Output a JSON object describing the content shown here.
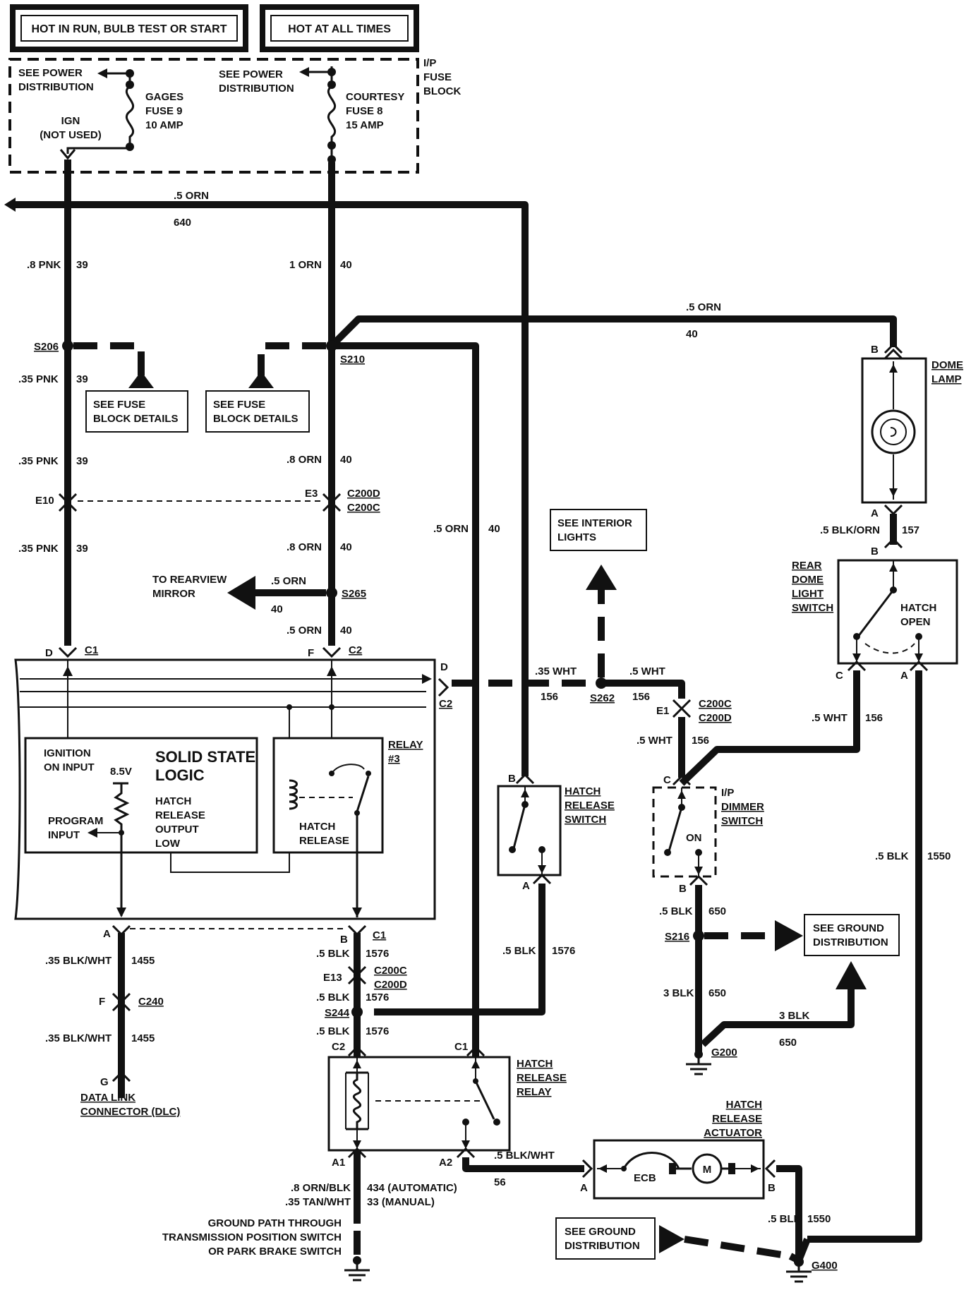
{
  "headers": {
    "hot_run": "HOT IN RUN, BULB TEST OR START",
    "hot_always": "HOT AT ALL TIMES"
  },
  "fuse_block": {
    "title": [
      "I/P",
      "FUSE",
      "BLOCK"
    ],
    "see_power_1": [
      "SEE POWER",
      "DISTRIBUTION"
    ],
    "see_power_2": [
      "SEE POWER",
      "DISTRIBUTION"
    ],
    "gages": [
      "GAGES",
      "FUSE 9",
      "10 AMP"
    ],
    "courtesy": [
      "COURTESY",
      "FUSE 8",
      "15 AMP"
    ],
    "ign": [
      "IGN",
      "(NOT USED)"
    ]
  },
  "wires": {
    "orn_640_gauge": ".5 ORN",
    "orn_640_num": "640",
    "pnk_8": ".8 PNK",
    "c39": "39",
    "orn_1": "1 ORN",
    "c40": "40",
    "orn_dome": ".5 ORN",
    "orn_dome_num": "40",
    "pnk_35": ".35 PNK",
    "orn_8": ".8 ORN",
    "orn_5": ".5 ORN",
    "wht_35": ".35 WHT",
    "c156": "156",
    "wht_5": ".5 WHT",
    "blk_orn": ".5 BLK/ORN",
    "c157": "157",
    "blk_wht_35": ".35 BLK/WHT",
    "c1455": "1455",
    "blk_5": ".5 BLK",
    "c1576": "1576",
    "blk_650": "650",
    "blk_3": "3 BLK",
    "blk_1550": "1550",
    "blk_wht_5": ".5 BLK/WHT",
    "c56": "56",
    "orn_blk": ".8 ORN/BLK",
    "c434": "434  (AUTOMATIC)",
    "tan_wht": ".35 TAN/WHT",
    "c33": "33  (MANUAL)"
  },
  "splices": {
    "s206": "S206",
    "s210": "S210",
    "s265": "S265",
    "s262": "S262",
    "s216": "S216",
    "s244": "S244"
  },
  "connectors": {
    "e10": "E10",
    "e3": "E3",
    "c200d": "C200D",
    "c200c": "C200C",
    "d": "D",
    "c1": "C1",
    "f": "F",
    "c2": "C2",
    "e1": "E1",
    "e13": "E13",
    "a": "A",
    "b": "B",
    "c": "C",
    "g": "G",
    "c240": "C240",
    "a1": "A1",
    "a2": "A2"
  },
  "grounds": {
    "g200": "G200",
    "g400": "G400"
  },
  "notes": {
    "fuse_details": [
      "SEE FUSE",
      "BLOCK DETAILS"
    ],
    "rearview": [
      "TO REARVIEW",
      "MIRROR"
    ],
    "interior": [
      "SEE INTERIOR",
      "LIGHTS"
    ],
    "ground_dist": [
      "SEE GROUND",
      "DISTRIBUTION"
    ],
    "ground_path": [
      "GROUND PATH THROUGH",
      "TRANSMISSION POSITION SWITCH",
      "OR PARK BRAKE SWITCH"
    ]
  },
  "components": {
    "dome_lamp": [
      "DOME",
      "LAMP"
    ],
    "rear_dome_switch": [
      "REAR",
      "DOME",
      "LIGHT",
      "SWITCH"
    ],
    "hatch_open": [
      "HATCH",
      "OPEN"
    ],
    "hatch_release_switch": [
      "HATCH",
      "RELEASE",
      "SWITCH"
    ],
    "dimmer_switch": [
      "I/P",
      "DIMMER",
      "SWITCH"
    ],
    "on": "ON",
    "solid_state": [
      "SOLID STATE",
      "LOGIC"
    ],
    "ignition_input": [
      "IGNITION",
      "ON INPUT"
    ],
    "volt": "8.5V",
    "program_input": [
      "PROGRAM",
      "INPUT"
    ],
    "hatch_output": [
      "HATCH",
      "RELEASE",
      "OUTPUT",
      "LOW"
    ],
    "relay3": [
      "RELAY",
      "#3"
    ],
    "relay_hatch": [
      "HATCH",
      "RELEASE"
    ],
    "hatch_relay": [
      "HATCH",
      "RELEASE",
      "RELAY"
    ],
    "dlc": [
      "DATA LINK",
      "CONNECTOR (DLC)"
    ],
    "actuator": [
      "HATCH",
      "RELEASE",
      "ACTUATOR"
    ],
    "ecb": "ECB",
    "motor": "M"
  }
}
